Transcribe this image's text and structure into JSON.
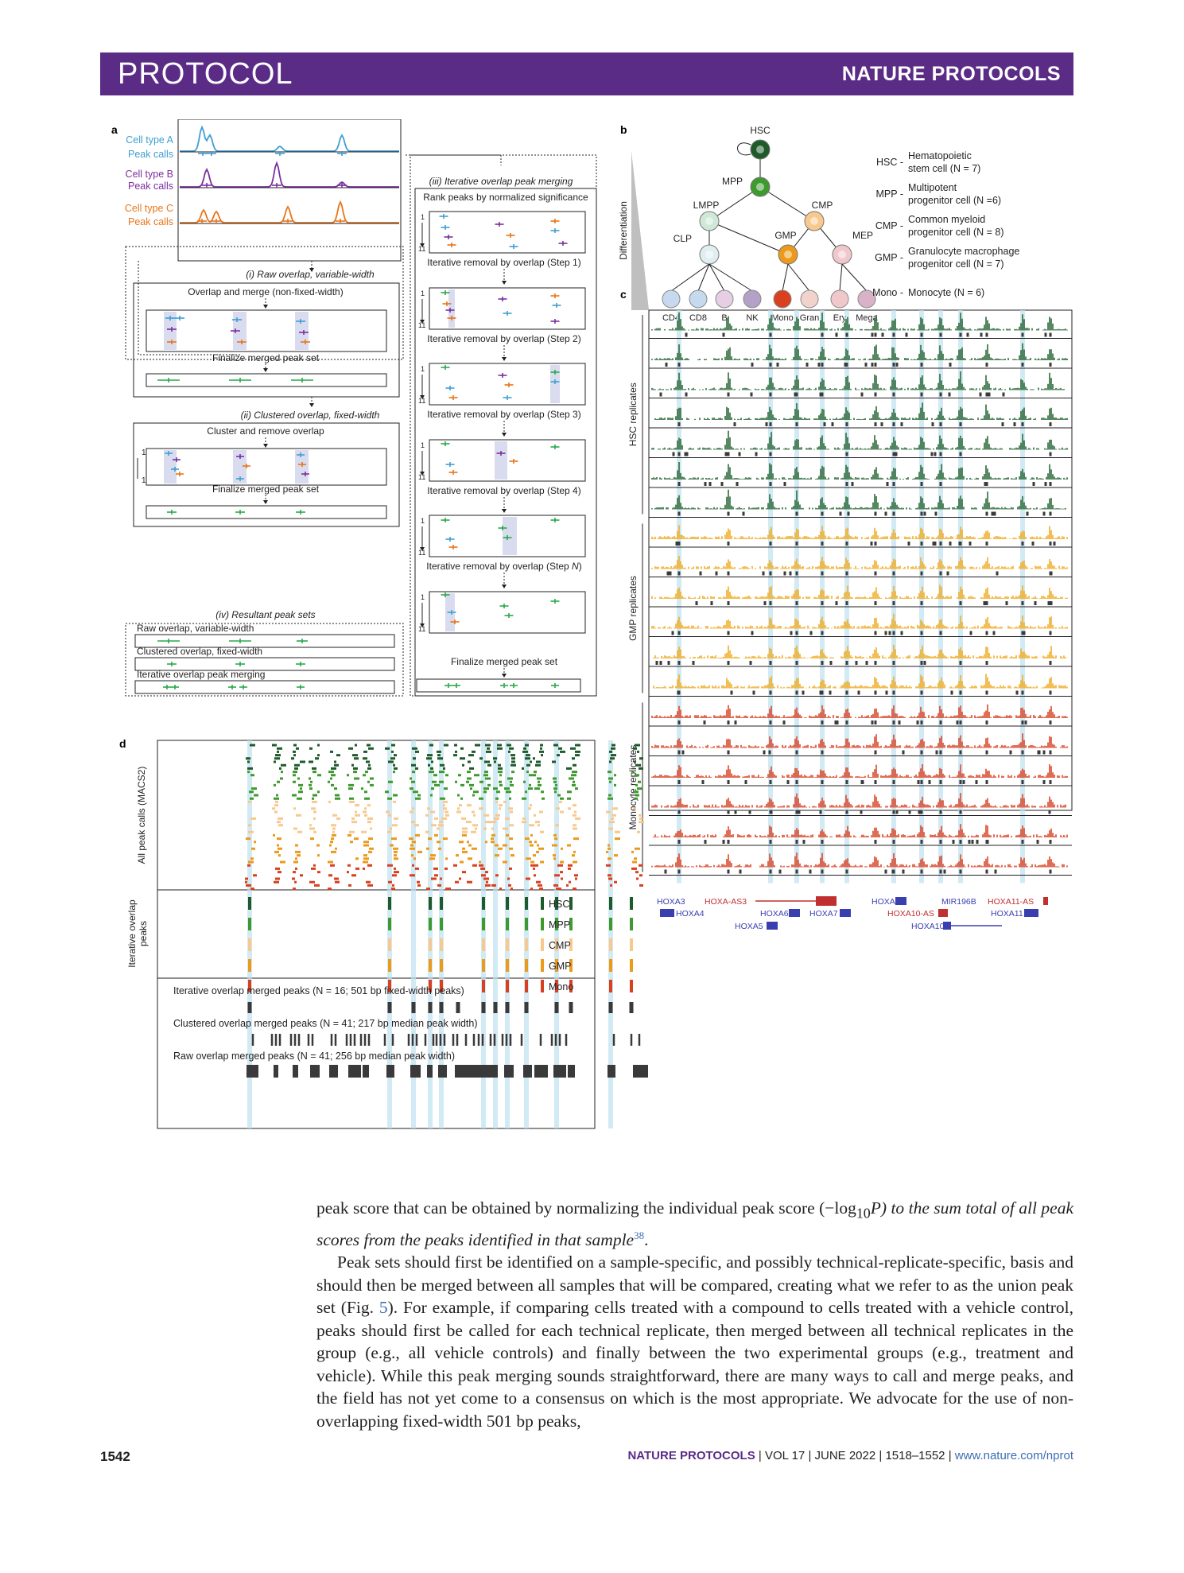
{
  "header": {
    "section": "PROTOCOL",
    "journal": "NATURE PROTOCOLS"
  },
  "figure": {
    "panel_a": {
      "label": "a",
      "tracks": [
        {
          "label": "Cell type A",
          "color": "#3e9fd2"
        },
        {
          "label": "Peak calls",
          "color": "#3e9fd2"
        },
        {
          "label": "Cell type B",
          "color": "#7b2f9e"
        },
        {
          "label": "Peak calls",
          "color": "#7b2f9e"
        },
        {
          "label": "Cell type C",
          "color": "#e8751a"
        },
        {
          "label": "Peak calls",
          "color": "#e8751a"
        }
      ],
      "raw_title": "(i) Raw overlap, variable-width",
      "raw_step": "Overlap and merge (non-fixed-width)",
      "raw_final": "Finalize merged peak set",
      "clustered_title": "(ii) Clustered overlap, fixed-width",
      "clustered_step": "Cluster and remove overlap",
      "clustered_final": "Finalize merged peak set",
      "result_title": "(iv) Resultant peak sets",
      "result_items": [
        "Raw overlap, variable-width",
        "Clustered overlap, fixed-width",
        "Iterative overlap peak merging"
      ],
      "iter_title": "(iii) Iterative overlap peak merging",
      "iter_rank": "Rank peaks by normalized significance",
      "iter_steps": [
        "Iterative removal by overlap (Step 1)",
        "Iterative removal by overlap (Step 2)",
        "Iterative removal by overlap (Step 3)",
        "Iterative removal by overlap (Step 4)",
        "Iterative removal by overlap (Step "
      ],
      "iter_step_n": "N",
      "iter_step_close": ")",
      "iter_final": "Finalize merged peak set",
      "rank_top": "1",
      "rank_bottom": "11"
    },
    "panel_b": {
      "label": "b",
      "axis_label": "Differentiation",
      "nodes": [
        "HSC",
        "MPP",
        "LMPP",
        "CMP",
        "CLP",
        "GMP",
        "MEP"
      ],
      "leaves": [
        "CD4",
        "CD8",
        "B",
        "NK",
        "Mono",
        "Gran",
        "Ery",
        "Mega"
      ],
      "legend": [
        {
          "abbr": "HSC -",
          "line1": "Hematopoietic",
          "line2": "stem cell (N = 7)"
        },
        {
          "abbr": "MPP -",
          "line1": "Multipotent",
          "line2": "progenitor cell (N =6)"
        },
        {
          "abbr": "CMP -",
          "line1": "Common myeloid",
          "line2": "progenitor cell (N = 8)"
        },
        {
          "abbr": "GMP -",
          "line1": "Granulocyte macrophage",
          "line2": "progenitor cell (N = 7)"
        },
        {
          "abbr": "Mono -",
          "line1": "Monocyte (N = 6)",
          "line2": ""
        }
      ]
    },
    "panel_c": {
      "label": "c",
      "groups": [
        {
          "name": "HSC replicates",
          "color": "#2d6a3a"
        },
        {
          "name": "GMP replicates",
          "color": "#f0ad2a"
        },
        {
          "name": "Monocyte replicates",
          "color": "#d9482b"
        }
      ],
      "genes_top": [
        "HOXA3",
        "HOXA-AS3",
        "HOXA9",
        "MIR196B",
        "HOXA11-AS"
      ],
      "genes_mid": [
        "HOXA4",
        "HOXA6",
        "HOXA7",
        "HOXA10-AS",
        "HOXA11"
      ],
      "genes_bottom": [
        "HOXA5",
        "HOXA10"
      ]
    },
    "panel_d": {
      "label": "d",
      "ylabel_top": "All peak calls (MACS2)",
      "ylabel_mid_1": "Iterative overlap",
      "ylabel_mid_2": "peaks",
      "cell_types": [
        {
          "name": "HSC",
          "color": "#1e5a2a"
        },
        {
          "name": "MPP",
          "color": "#3e9a2e"
        },
        {
          "name": "CMP",
          "color": "#f7c98e"
        },
        {
          "name": "GMP",
          "color": "#ec9a1b"
        },
        {
          "name": "Mono",
          "color": "#d8401f"
        }
      ],
      "caption_iterative": "Iterative overlap merged peaks (N = 16; 501 bp fixed-width peaks)",
      "caption_clustered": "Clustered overlap merged peaks (N = 41; 217 bp median peak width)",
      "caption_raw": "Raw overlap merged peaks (N = 41; 256 bp median peak width)"
    }
  },
  "body": {
    "p1_a": "peak score that can be obtained by normalizing the individual peak score (−log",
    "p1_sub": "10",
    "p1_b": "P) to the sum total of all peak scores from the peaks identified in that sample",
    "p1_ref": "38",
    "p1_end": ".",
    "p2_a": "Peak sets should first be identified on a sample-specific, and possibly technical-replicate-specific, basis and should then be merged between all samples that will be compared, creating what we refer to as the union peak set (Fig. ",
    "p2_ref": "5",
    "p2_b": "). For example, if comparing cells treated with a compound to cells treated with a vehicle control, peaks should first be called for each technical replicate, then merged between all technical replicates in the group (e.g., all vehicle controls) and finally between the two experimental groups (e.g., treatment and vehicle). While this peak merging sounds straightforward, there are many ways to call and merge peaks, and the field has not yet come to a consensus on which is the most appropriate. We advocate for the use of non-overlapping fixed-width 501 bp peaks,"
  },
  "footer": {
    "page": "1542",
    "journal": "NATURE PROTOCOLS",
    "issue": " | VOL 17 | JUNE 2022 | 1518–1552 | ",
    "url": "www.nature.com/nprot"
  }
}
